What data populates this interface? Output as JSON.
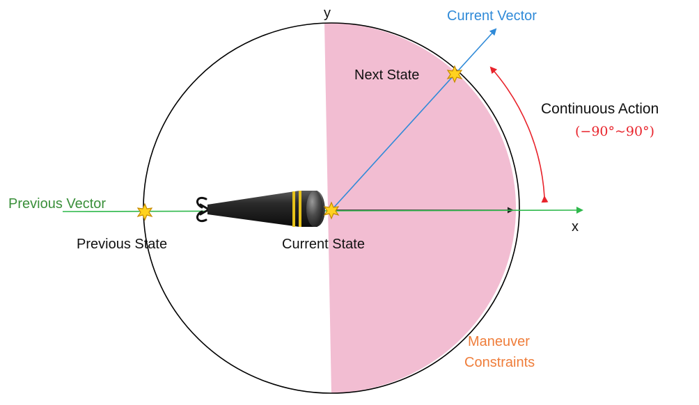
{
  "labels": {
    "y_axis": "y",
    "x_axis": "x",
    "current_vector": "Current Vector",
    "previous_vector": "Previous Vector",
    "next_state": "Next State",
    "previous_state": "Previous State",
    "current_state": "Current State",
    "continuous_action": "Continuous Action",
    "action_range": "(−90°~90°)",
    "maneuver_constraints_line1": "Maneuver",
    "maneuver_constraints_line2": "Constraints"
  },
  "colors": {
    "region_fill": "#f2bdd2",
    "circle_stroke": "#000000",
    "current_vector": "#2f8ad8",
    "previous_vector": "#2eb84b",
    "previous_vector_label": "#3a8f3a",
    "action_arc": "#e8232b",
    "maneuver_label": "#ef7d3a",
    "star_fill": "#ffd21f",
    "star_stroke": "#c48a00",
    "torpedo_body": "#262626",
    "torpedo_band": "#e6c21a",
    "text": "#111111"
  },
  "icons": {
    "state_marker": "star-icon",
    "vehicle": "torpedo-icon"
  }
}
